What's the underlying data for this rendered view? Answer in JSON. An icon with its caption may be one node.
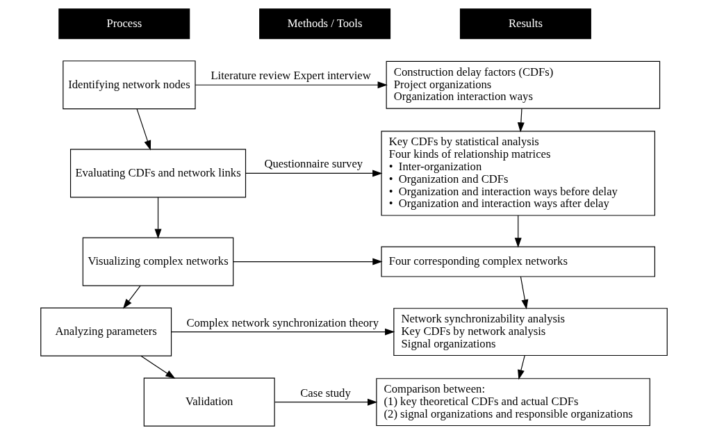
{
  "diagram": {
    "nodes": [
      {
        "text": [
          "Process"
        ]
      },
      {
        "text": [
          "Methods / Tools"
        ]
      },
      {
        "text": [
          "Results"
        ]
      },
      {
        "text": [
          "Identifying network nodes"
        ]
      },
      {
        "text": [
          "Construction delay factors (CDFs)",
          "Project organizations",
          "Organization interaction ways"
        ]
      },
      {
        "text": [
          "Evaluating CDFs and network links"
        ]
      },
      {
        "text": [
          "Key CDFs by statistical analysis",
          "Four kinds of relationship matrices",
          "•  Inter-organization",
          "•  Organization and CDFs",
          "•  Organization and interaction ways before delay",
          "•  Organization and interaction ways after delay"
        ]
      },
      {
        "text": [
          "Visualizing complex networks"
        ]
      },
      {
        "text": [
          "Four corresponding complex networks"
        ]
      },
      {
        "text": [
          "Analyzing parameters"
        ]
      },
      {
        "text": [
          "Network synchronizability analysis",
          "Key CDFs by network analysis",
          "Signal organizations"
        ]
      },
      {
        "text": [
          "Validation"
        ]
      },
      {
        "text": [
          "Comparison between:",
          "(1) key theoretical CDFs and actual CDFs",
          "(2) signal organizations and responsible organizations"
        ]
      }
    ],
    "edges": [
      {
        "from": 3,
        "to": 4,
        "arrow": "to",
        "label": "Literature review Expert interview"
      },
      {
        "from": 3,
        "to": 5,
        "arrow": "to"
      },
      {
        "from": 4,
        "to": 6,
        "arrow": "to"
      },
      {
        "from": 5,
        "to": 6,
        "arrow": "to",
        "label": "Questionnaire survey"
      },
      {
        "from": 5,
        "to": 7,
        "arrow": "to"
      },
      {
        "from": 6,
        "to": 8,
        "arrow": "to"
      },
      {
        "from": 7,
        "to": 8,
        "arrow": "to"
      },
      {
        "from": 7,
        "to": 9,
        "arrow": "to"
      },
      {
        "from": 8,
        "to": 10,
        "arrow": "to"
      },
      {
        "from": 9,
        "to": 10,
        "arrow": "to",
        "label": "Complex network synchronization theory"
      },
      {
        "from": 9,
        "to": 11,
        "arrow": "to"
      },
      {
        "from": 10,
        "to": 12,
        "arrow": "to"
      },
      {
        "from": 11,
        "to": 12,
        "arrow": "to",
        "label": "Case study"
      }
    ]
  }
}
